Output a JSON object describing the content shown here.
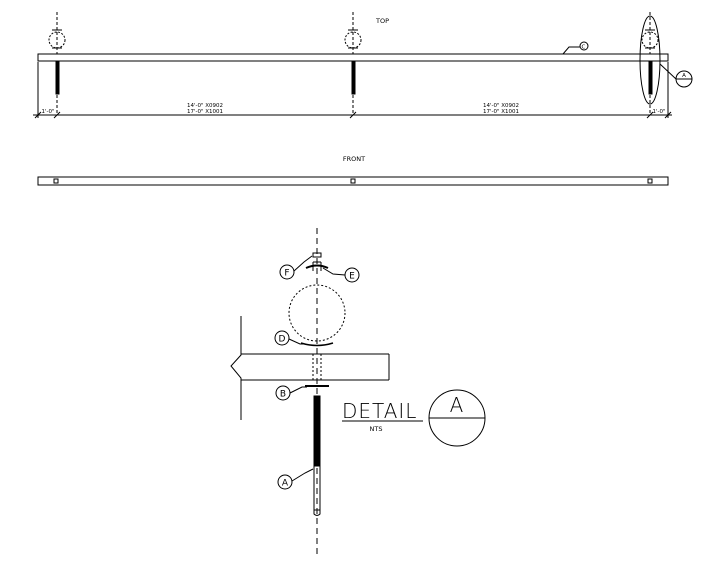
{
  "top_view": {
    "title": "TOP",
    "callout_c": "C",
    "callout_a": "A",
    "dims": {
      "left_end": "1'-0\"",
      "right_end": "1'-0\"",
      "span1_line1": "14'-0\" X0902",
      "span1_line2": "17'-0\" X1001",
      "span2_line1": "14'-0\" X0902",
      "span2_line2": "17'-0\" X1001"
    }
  },
  "front_view": {
    "title": "FRONT"
  },
  "detail": {
    "title": "DETAIL",
    "scale": "NTS",
    "ref": "A",
    "callouts": {
      "a": "A",
      "b": "B",
      "d": "D",
      "e": "E",
      "f": "F"
    }
  }
}
